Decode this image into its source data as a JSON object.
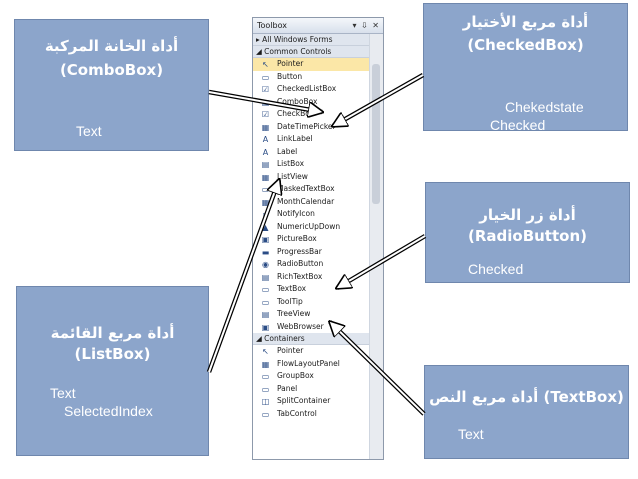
{
  "boxes": {
    "combobox": {
      "title_ar": "أداة الخانة المركبة",
      "title_en": "(ComboBox)",
      "props": [
        "Text"
      ]
    },
    "checkedbox": {
      "title_ar": "أداة مربع الأختيار",
      "title_en": "(CheckedBox)",
      "props": [
        "Chekedstate",
        "Checked"
      ]
    },
    "radiobutton": {
      "title": "أداة زر الخيار (RadioButton)",
      "props": [
        "Checked"
      ]
    },
    "listbox": {
      "title": "أداة مربع القائمة (ListBox)",
      "props": [
        "Text",
        "SelectedIndex"
      ]
    },
    "textbox": {
      "title": "أداة مربع النص (TextBox)",
      "props": [
        "Text"
      ]
    }
  },
  "toolbox": {
    "title": "Toolbox",
    "header_icons": "▾ ⇩ ✕",
    "groups": [
      {
        "label": "▸ All Windows Forms"
      },
      {
        "label": "◢ Common Controls"
      },
      {
        "label": "◢ Containers"
      }
    ],
    "common_items": [
      "Pointer",
      "Button",
      "CheckedListBox",
      "ComboBox",
      "CheckBox",
      "DateTimePicker",
      "LinkLabel",
      "Label",
      "ListBox",
      "ListView",
      "MaskedTextBox",
      "MonthCalendar",
      "NotifyIcon",
      "NumericUpDown",
      "PictureBox",
      "ProgressBar",
      "RadioButton",
      "RichTextBox",
      "TextBox",
      "ToolTip",
      "TreeView",
      "WebBrowser"
    ],
    "container_items": [
      "Pointer",
      "FlowLayoutPanel",
      "GroupBox",
      "Panel",
      "SplitContainer",
      "TabControl"
    ],
    "selected_item": "Pointer"
  },
  "colors": {
    "box": "#8ca5cb",
    "selection": "#fbe7a7"
  }
}
